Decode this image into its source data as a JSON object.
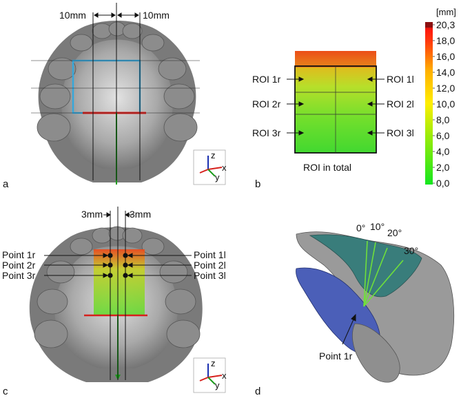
{
  "figure": {
    "panels": {
      "a": {
        "label": "a",
        "dim_left": "10mm",
        "dim_right": "10mm",
        "axes": {
          "z": "z",
          "x": "x",
          "y": "y"
        }
      },
      "b": {
        "label": "b",
        "roi_labels_right": [
          "ROI 1r",
          "ROI 2r",
          "ROI 3r"
        ],
        "roi_labels_left": [
          "ROI 1l",
          "ROI 2l",
          "ROI 3l"
        ],
        "caption": "ROI in total"
      },
      "c": {
        "label": "c",
        "dim_left": "3mm",
        "dim_right": "3mm",
        "points_right": [
          "Point 1r",
          "Point 2r",
          "Point 3r"
        ],
        "points_left": [
          "Point 1l",
          "Point 2l",
          "Point 3l"
        ],
        "axes": {
          "z": "z",
          "x": "x",
          "y": "y"
        }
      },
      "d": {
        "label": "d",
        "angles": [
          "0°",
          "10°",
          "20°",
          "30°"
        ],
        "point_label": "Point 1r"
      }
    },
    "colorbar": {
      "unit": "[mm]",
      "ticks": [
        "20,3",
        "18,0",
        "16,0",
        "14,0",
        "12,0",
        "10,0",
        "8,0",
        "6,0",
        "4,0",
        "2,0",
        "0,0"
      ],
      "colors": {
        "top": "#8b0f10",
        "high": "#ff2a10",
        "mid": "#ffe600",
        "low": "#14e61e"
      }
    }
  }
}
